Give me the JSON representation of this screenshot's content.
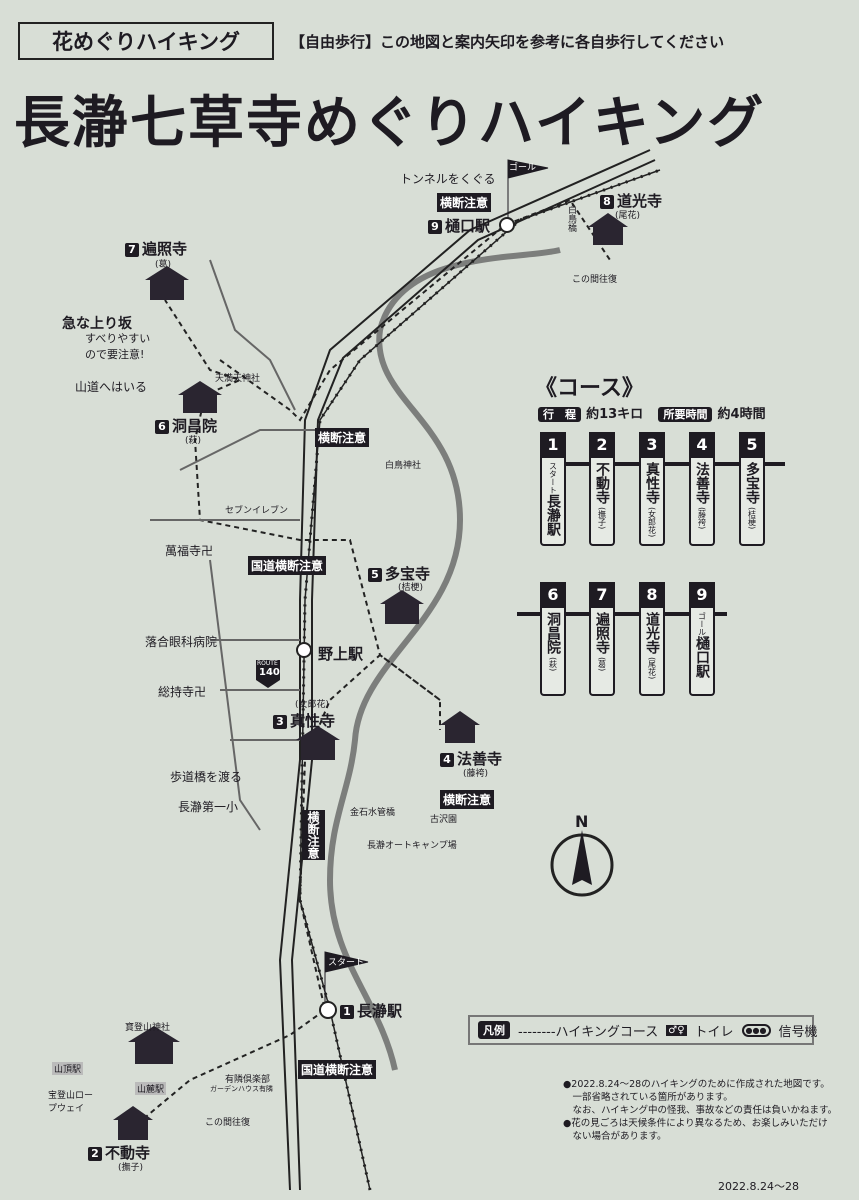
{
  "header": {
    "tag": "花めぐりハイキング",
    "subtitle": "【自由歩行】この地図と案内矢印を参考に各自歩行してください",
    "title": "長瀞七草寺めぐりハイキング"
  },
  "map": {
    "goal": "ゴール",
    "tunnel": "トンネルをくぐる",
    "caution_crossing": "横断注意",
    "caution_route": "国道横断注意",
    "higuchi": {
      "num": "9",
      "name": "樋口駅"
    },
    "doukouji": {
      "num": "8",
      "name": "道光寺",
      "flower": "(尾花)"
    },
    "shiratori_bridge": "白鳥橋",
    "roundtrip": "この間往復",
    "henshouji": {
      "num": "7",
      "name": "遍照寺",
      "flower": "(葛)"
    },
    "steep": "急な上り坂",
    "slippery": "すべりやすいので要注意!",
    "mountain_path": "山道へはいる",
    "tenman": "天満天神社",
    "doushouin": {
      "num": "6",
      "name": "洞昌院",
      "flower": "(萩)"
    },
    "shiratori_shrine": "白鳥神社",
    "seven": "セブンイレブン",
    "manpukuji": "萬福寺卍",
    "tahouji": {
      "num": "5",
      "name": "多宝寺",
      "flower": "(桔梗)"
    },
    "ochiai": "落合眼科病院",
    "nogami": "野上駅",
    "route": "ROUTE",
    "route_no": "140",
    "soujiji": "総持寺卍",
    "shinshouji": {
      "num": "3",
      "name": "真性寺",
      "flower": "(女郎花)"
    },
    "houzenji": {
      "num": "4",
      "name": "法善寺",
      "flower": "(藤袴)"
    },
    "footbridge": "歩道橋を渡る",
    "school": "長瀞第一小",
    "kaneishi": "金石水管橋",
    "furusawa": "古沢園",
    "camp": "長瀞オートキャンプ場",
    "start": "スタート",
    "nagatoro": {
      "num": "1",
      "name": "長瀞駅"
    },
    "hodosan": "寶登山神社",
    "summit": "山頂駅",
    "ropeway": "宝登山ロープウェイ",
    "base": "山麓駅",
    "yurin": "有隣倶楽部",
    "garden": "ガーデンハウス有隣",
    "fudouji": {
      "num": "2",
      "name": "不動寺",
      "flower": "(撫子)"
    },
    "north": "N"
  },
  "course": {
    "title": "《コース》",
    "distance_label": "行　程",
    "distance": "約13キロ",
    "time_label": "所要時間",
    "time": "約4時間",
    "stops": [
      {
        "num": "1",
        "pre": "スタート",
        "name": "長瀞駅",
        "flower": ""
      },
      {
        "num": "2",
        "pre": "",
        "name": "不動寺",
        "flower": "(撫子)"
      },
      {
        "num": "3",
        "pre": "",
        "name": "真性寺",
        "flower": "(女郎花)"
      },
      {
        "num": "4",
        "pre": "",
        "name": "法善寺",
        "flower": "(藤袴)"
      },
      {
        "num": "5",
        "pre": "",
        "name": "多宝寺",
        "flower": "(桔梗)"
      },
      {
        "num": "6",
        "pre": "",
        "name": "洞昌院",
        "flower": "(萩)"
      },
      {
        "num": "7",
        "pre": "",
        "name": "遍照寺",
        "flower": "(葛)"
      },
      {
        "num": "8",
        "pre": "",
        "name": "道光寺",
        "flower": "(尾花)"
      },
      {
        "num": "9",
        "pre": "ゴール",
        "name": "樋口駅",
        "flower": ""
      }
    ]
  },
  "legend": {
    "label": "凡例",
    "course": "--------ハイキングコース",
    "toilet": "トイレ",
    "signal": "信号機"
  },
  "notes": [
    "●2022.8.24〜28のハイキングのために作成された地図です。",
    "　一部省略されている箇所があります。",
    "　なお、ハイキング中の怪我、事故などの責任は負いかねます。",
    "●花の見ごろは天候条件により異なるため、お楽しみいただけ",
    "　ない場合があります。"
  ],
  "footer_date": "2022.8.24〜28"
}
